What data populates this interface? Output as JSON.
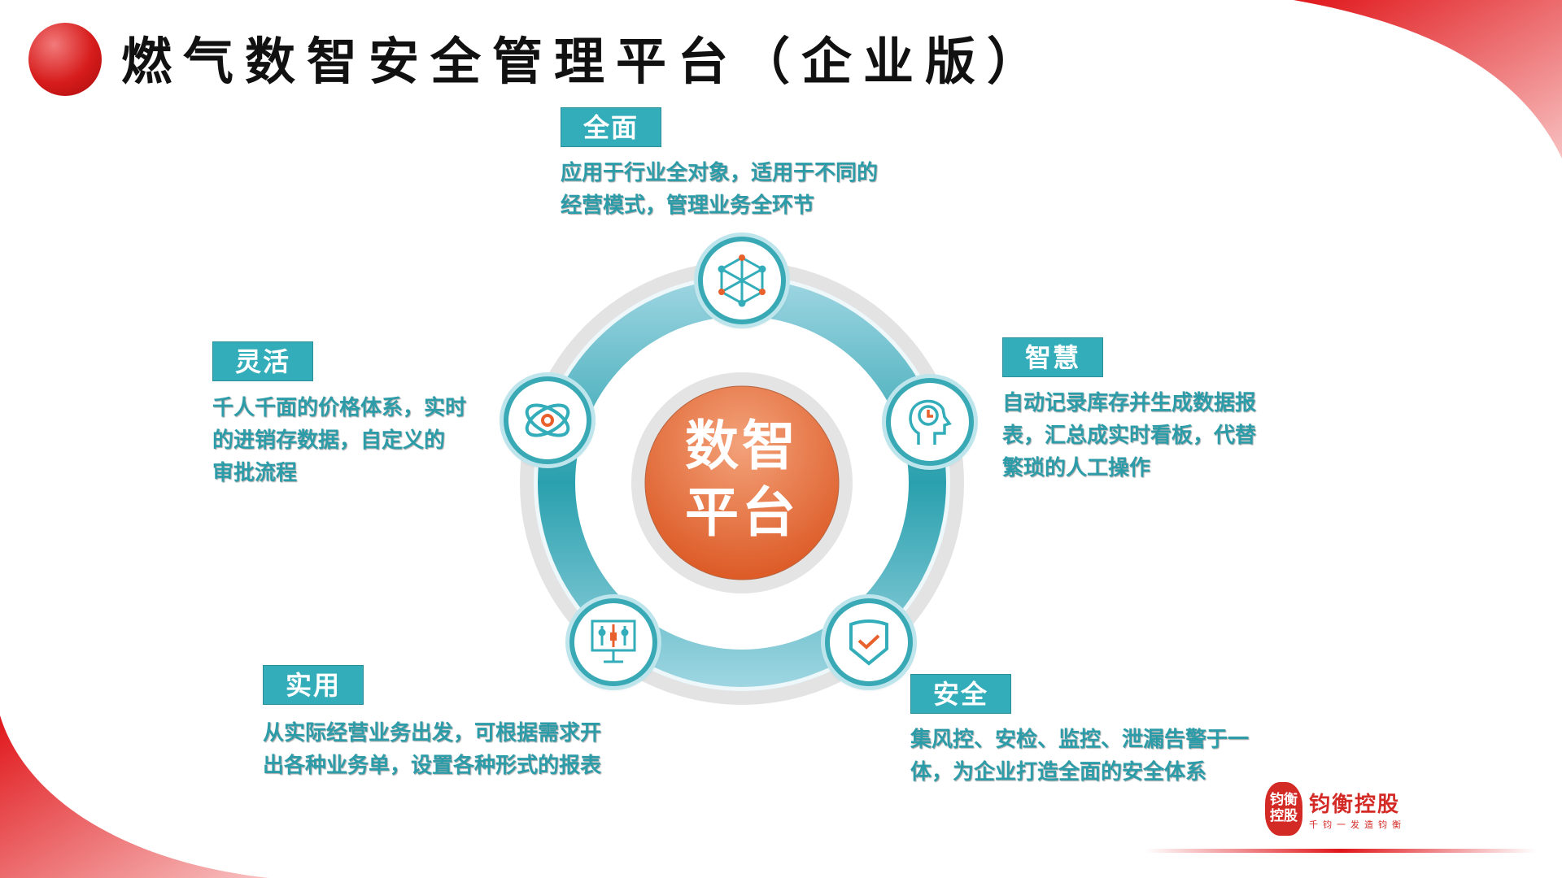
{
  "title": "燃气数智安全管理平台（企业版）",
  "center": {
    "line1": "数智",
    "line2": "平台"
  },
  "features": [
    {
      "label": "全面",
      "lines": [
        "应用于行业全对象，适用于不同的",
        "经营模式，管理业务全环节"
      ],
      "icon": "network-cube-icon"
    },
    {
      "label": "灵活",
      "lines": [
        "千人千面的价格体系，实时",
        "的进销存数据，自定义的",
        "审批流程"
      ],
      "icon": "atom-icon"
    },
    {
      "label": "智慧",
      "lines": [
        "自动记录库存并生成数据报",
        "表，汇总成实时看板，代替",
        "繁琐的人工操作"
      ],
      "icon": "head-clock-icon"
    },
    {
      "label": "实用",
      "lines": [
        "从实际经营业务出发，可根据需求开",
        "出各种业务单，设置各种形式的报表"
      ],
      "icon": "monitor-sliders-icon"
    },
    {
      "label": "安全",
      "lines": [
        "集风控、安检、监控、泄漏告警于一",
        "体，为企业打造全面的安全体系"
      ],
      "icon": "shield-check-icon"
    }
  ],
  "logo": {
    "seal": "钧衡控股",
    "name": "钧衡控股",
    "slogan": "千钧一发造钧衡"
  },
  "colors": {
    "teal": "#33adb9",
    "red": "#d71c1c",
    "orange": "#e4632e"
  }
}
